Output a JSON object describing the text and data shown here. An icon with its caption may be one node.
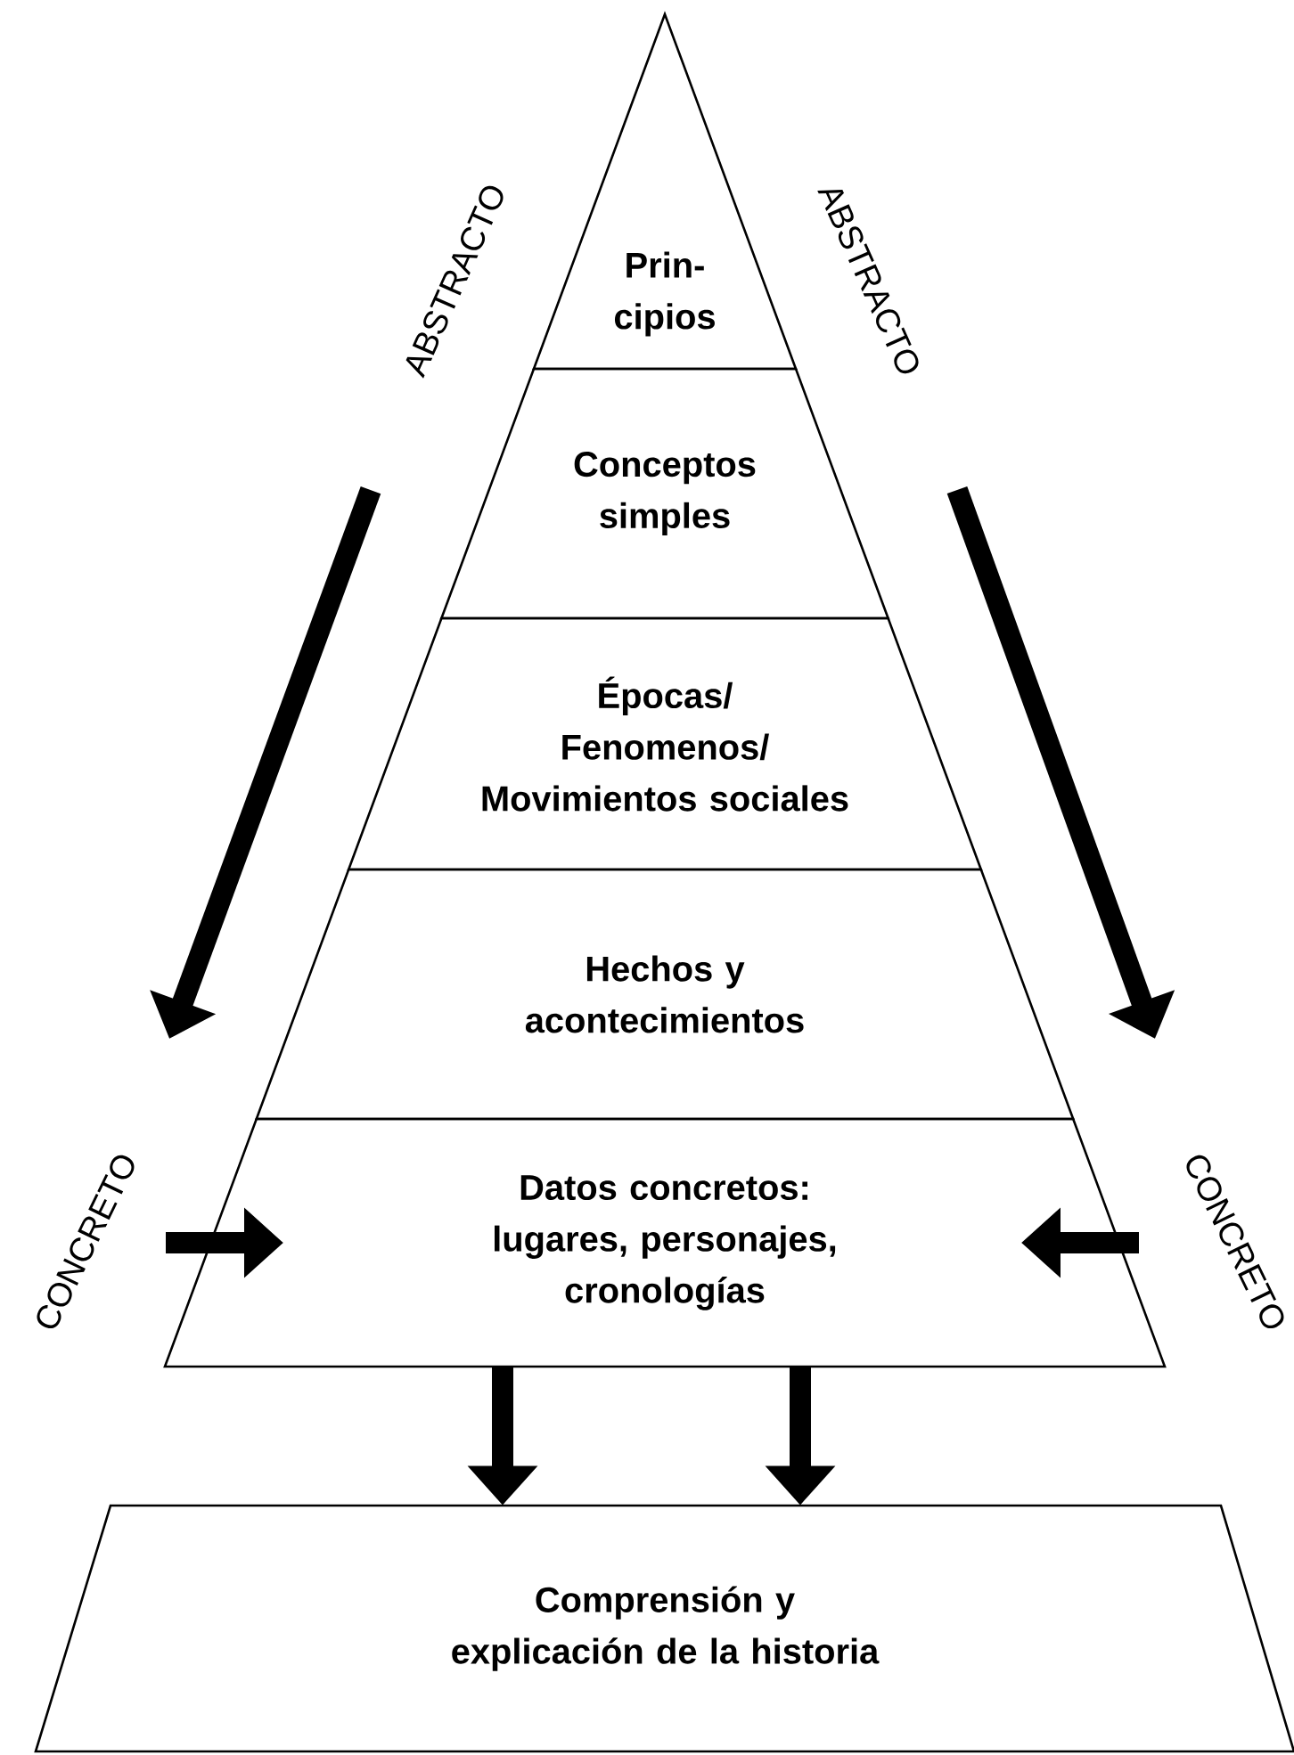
{
  "diagram": {
    "nodes": [
      {
        "text": [
          "Prin- cipios"
        ]
      },
      {
        "text": [
          "Conceptos simples"
        ]
      },
      {
        "text": [
          "Épocas/ Fenomenos/ Movimientos sociales"
        ]
      },
      {
        "text": [
          "Hechos y acontecimientos"
        ]
      },
      {
        "text": [
          "Datos concretos: lugares, personajes, cronologías"
        ]
      },
      {
        "text": [
          "Comprensión y explicación de la historia"
        ]
      }
    ],
    "edges": [
      {
        "from": 4,
        "to": 5,
        "arrow": "to"
      },
      {
        "from": 4,
        "to": 5,
        "arrow": "to"
      },
      {
        "from": null,
        "to": 4,
        "arrow": "to"
      },
      {
        "from": null,
        "to": 4,
        "arrow": "to"
      }
    ],
    "labels": [
      "ABSTRACTO",
      "ABSTRACTO",
      "CONCRETO",
      "CONCRETO"
    ]
  }
}
